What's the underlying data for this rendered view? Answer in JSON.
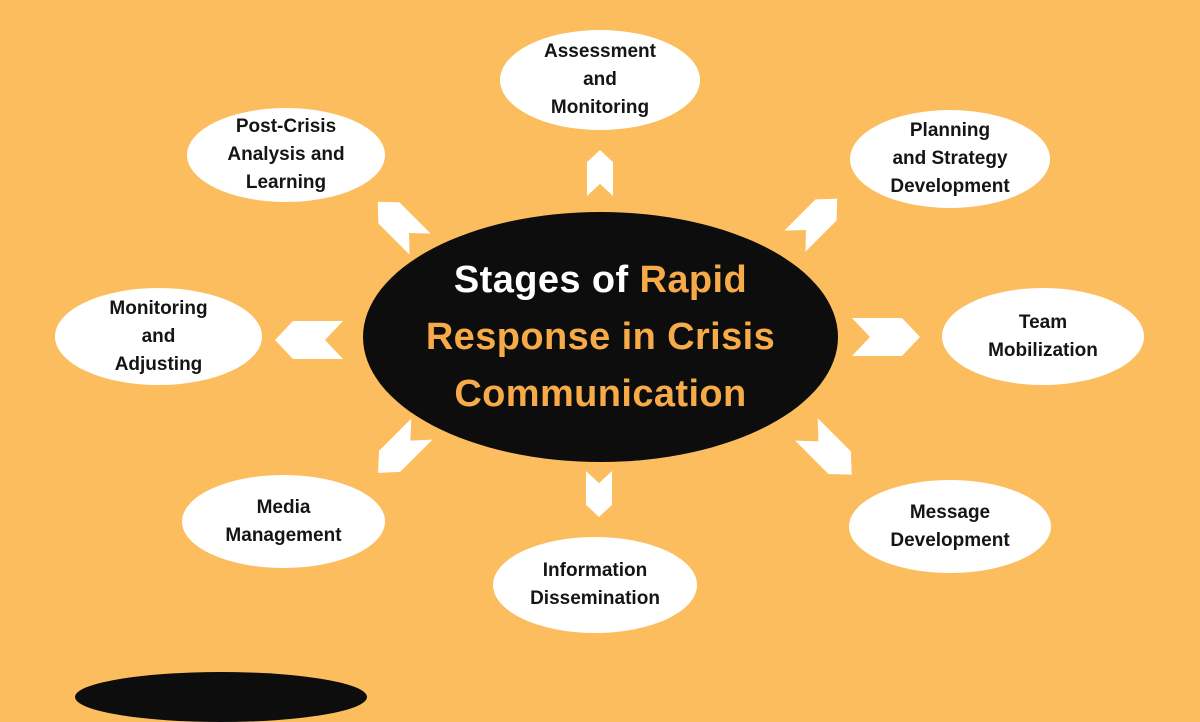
{
  "title": {
    "lines": [
      {
        "white": "Stages of",
        "accent": "Rapid"
      },
      {
        "accent": "Response in Crisis"
      },
      {
        "accent": "Communication"
      }
    ],
    "full_text": "Stages of Rapid Response in Crisis Communication"
  },
  "nodes": [
    {
      "id": "assessment-and-monitoring",
      "lines": [
        "Assessment",
        "and",
        "Monitoring"
      ]
    },
    {
      "id": "planning-strategy-development",
      "lines": [
        "Planning",
        "and Strategy",
        "Development"
      ]
    },
    {
      "id": "team-mobilization",
      "lines": [
        "Team",
        "Mobilization"
      ]
    },
    {
      "id": "message-development",
      "lines": [
        "Message",
        "Development"
      ]
    },
    {
      "id": "information-dissemination",
      "lines": [
        "Information",
        "Dissemination"
      ]
    },
    {
      "id": "media-management",
      "lines": [
        "Media",
        "Management"
      ]
    },
    {
      "id": "monitoring-and-adjusting",
      "lines": [
        "Monitoring",
        "and",
        "Adjusting"
      ]
    },
    {
      "id": "post-crisis-analysis-learning",
      "lines": [
        "Post-Crisis",
        "Analysis and",
        "Learning"
      ]
    }
  ],
  "icons": {
    "arrows": [
      "arrow-up",
      "arrow-up-right",
      "arrow-right",
      "arrow-down-right",
      "arrow-down",
      "arrow-down-left",
      "arrow-left",
      "arrow-up-left"
    ]
  },
  "colors": {
    "background": "#FCBD5E",
    "accent": "#F7AB48",
    "center_fill": "#0D0D0D",
    "node_fill": "#FFFFFF",
    "node_text": "#151515",
    "arrow": "#FFFFFF"
  }
}
